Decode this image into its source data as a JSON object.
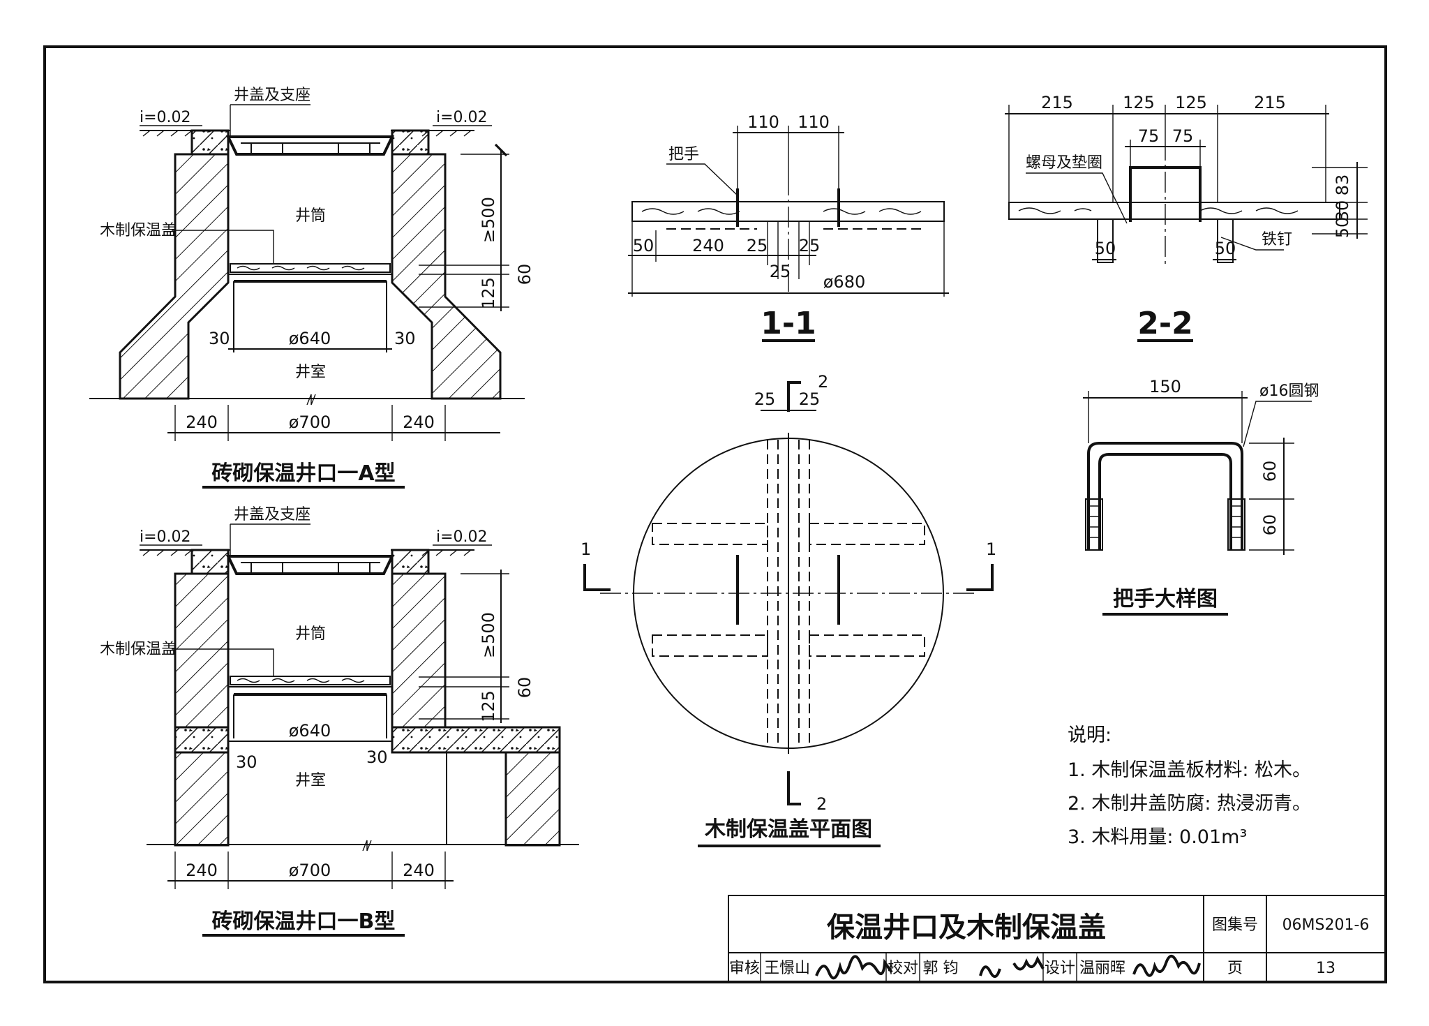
{
  "drawing_a": {
    "title": "砖砌保温井口一A型",
    "cover_label": "井盖及支座",
    "slope_left": "i=0.02",
    "slope_right": "i=0.02",
    "insulation_label": "木制保温盖",
    "shaft_label": "井筒",
    "chamber_label": "井室",
    "dim_500": "≥500",
    "dim_60": "60",
    "dim_125": "125",
    "dim_30_left": "30",
    "dim_30_right": "30",
    "dim_640": "ø640",
    "dim_240_left": "240",
    "dim_700": "ø700",
    "dim_240_right": "240"
  },
  "drawing_b": {
    "title": "砖砌保温井口一B型",
    "cover_label": "井盖及支座",
    "slope_left": "i=0.02",
    "slope_right": "i=0.02",
    "insulation_label": "木制保温盖",
    "shaft_label": "井筒",
    "chamber_label": "井室",
    "dim_500": "≥500",
    "dim_60": "60",
    "dim_125": "125",
    "dim_30_left": "30",
    "dim_30_right": "30",
    "dim_640": "ø640",
    "dim_240_left": "240",
    "dim_700": "ø700",
    "dim_240_right": "240"
  },
  "section_1": {
    "title": "1-1",
    "handle_label": "把手",
    "dim_110_left": "110",
    "dim_110_right": "110",
    "dim_50": "50",
    "dim_240": "240",
    "dim_25_a": "25",
    "dim_25_b": "25",
    "dim_25_c": "25",
    "dim_680": "ø680"
  },
  "section_2": {
    "title": "2-2",
    "dim_215_left": "215",
    "dim_125_left": "125",
    "dim_125_right": "125",
    "dim_215_right": "215",
    "dim_75_left": "75",
    "dim_75_right": "75",
    "nut_label": "螺母及垫圈",
    "nail_label": "铁钉",
    "dim_50_left": "50",
    "dim_50_right": "50",
    "dim_83": "83",
    "dim_30": "30",
    "dim_50_v": "50"
  },
  "plan": {
    "title": "木制保温盖平面图",
    "dim_25_left": "25",
    "dim_25_right": "25",
    "cut_2_top": "2",
    "cut_2_bottom": "2",
    "cut_1_left": "1",
    "cut_1_right": "1"
  },
  "handle_detail": {
    "title": "把手大样图",
    "dim_150": "150",
    "bar_label": "ø16圆钢",
    "dim_60_top": "60",
    "dim_60_bottom": "60"
  },
  "notes": {
    "heading": "说明:",
    "items": [
      "1. 木制保温盖板材料: 松木。",
      "2. 木制井盖防腐: 热浸沥青。",
      "3. 木料用量: 0.01m³"
    ]
  },
  "title_block": {
    "drawing_title": "保温井口及木制保温盖",
    "atlas_label": "图集号",
    "atlas_no": "06MS201-6",
    "review_label": "审核",
    "reviewer": "王憬山",
    "check_label": "校对",
    "checker": "郭 钧",
    "design_label": "设计",
    "designer": "温丽晖",
    "page_label": "页",
    "page_no": "13",
    "signature_review": "王憬山",
    "signature_check": "郭钧",
    "signature_design": "温丽晖"
  }
}
